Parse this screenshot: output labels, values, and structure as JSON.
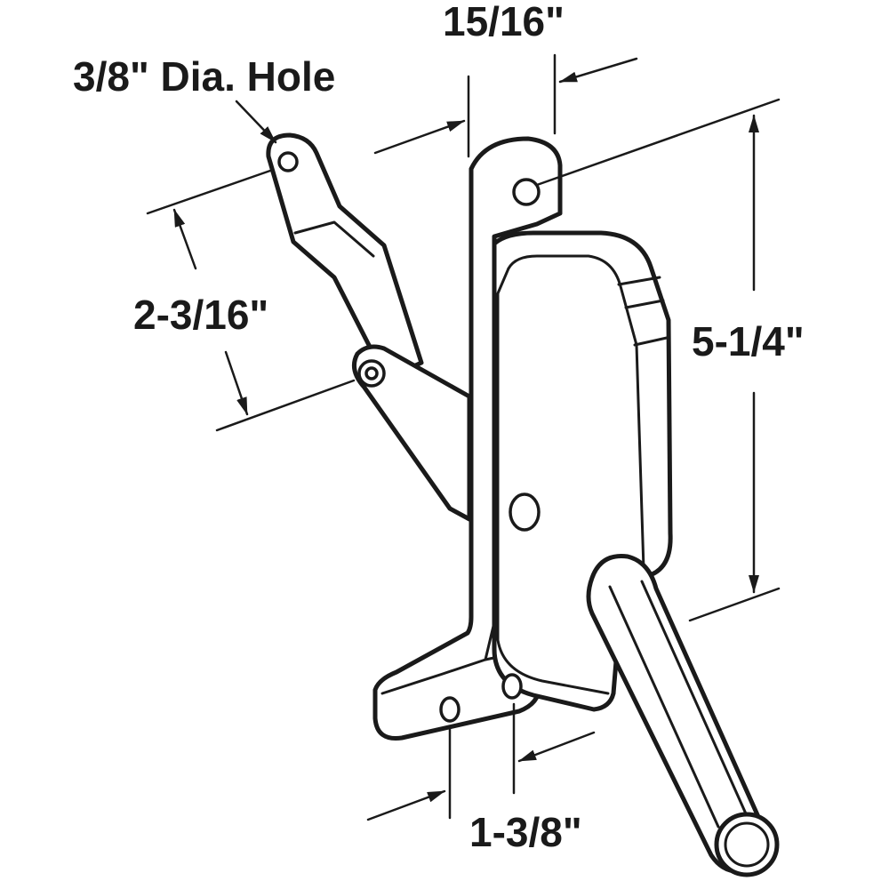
{
  "diagram": {
    "labels": {
      "hole_diameter": "3/8\" Dia. Hole",
      "top_width": "15/16\"",
      "arm_span": "2-3/16\"",
      "height": "5-1/4\"",
      "base_spacing": "1-3/8\""
    },
    "line_color": "#1a1a1a",
    "background": "#ffffff"
  }
}
